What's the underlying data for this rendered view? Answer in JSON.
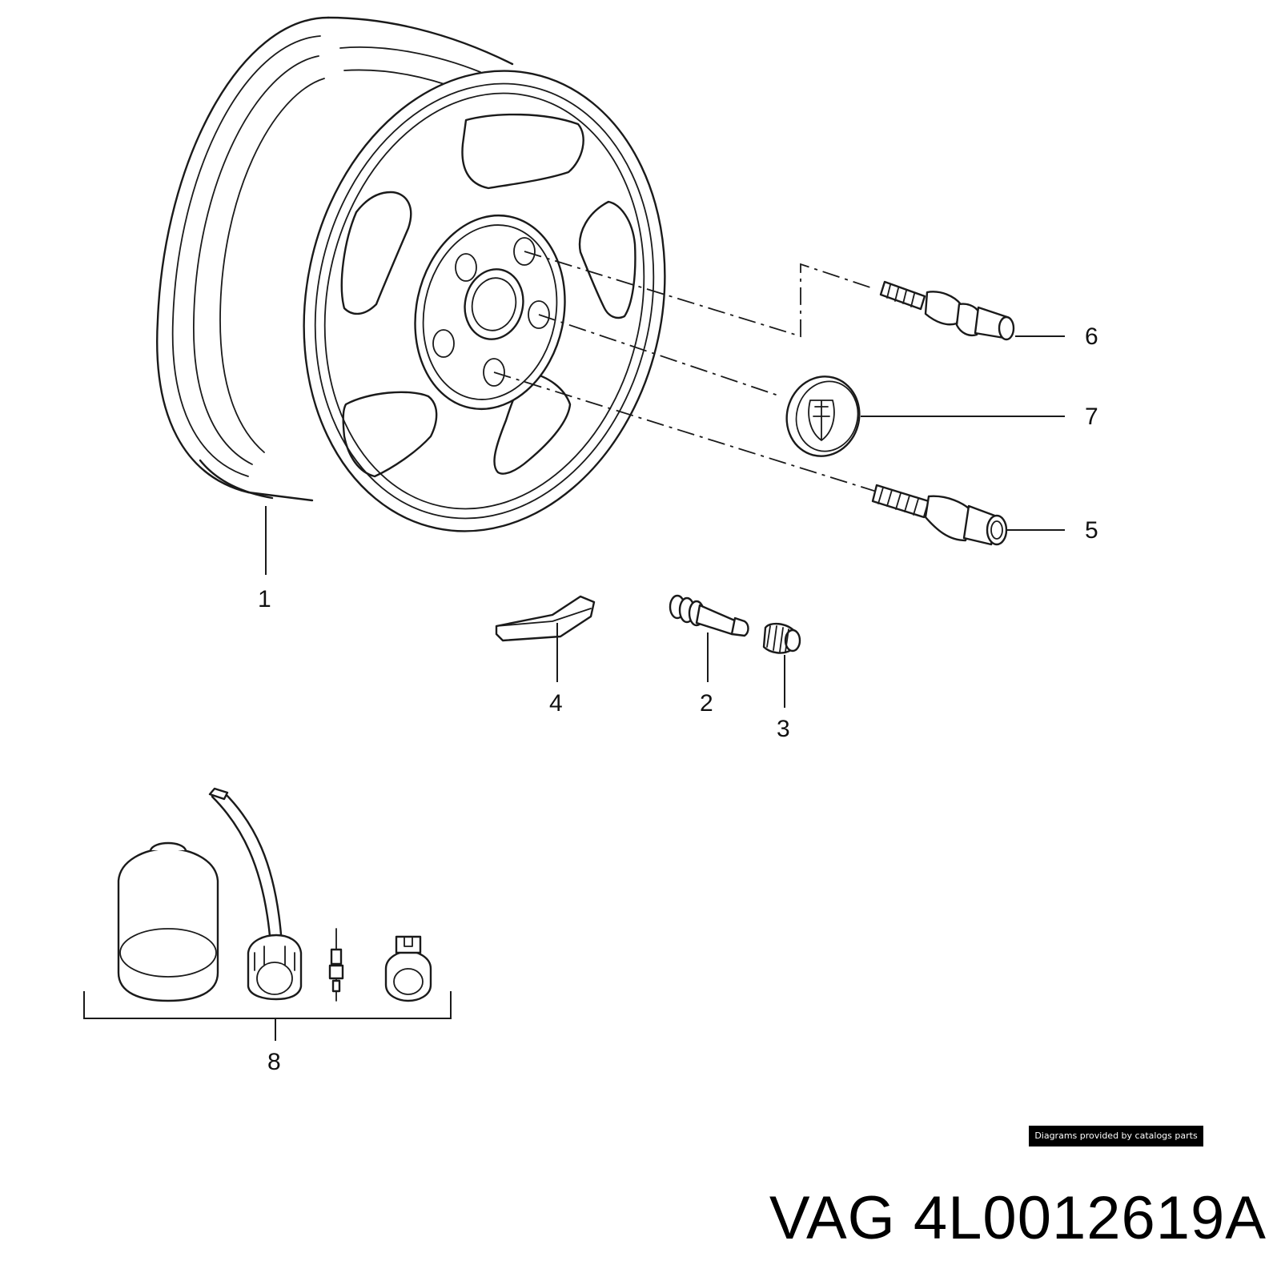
{
  "diagram": {
    "callouts": [
      {
        "id": "1",
        "label": "1"
      },
      {
        "id": "2",
        "label": "2"
      },
      {
        "id": "3",
        "label": "3"
      },
      {
        "id": "4",
        "label": "4"
      },
      {
        "id": "5",
        "label": "5"
      },
      {
        "id": "6",
        "label": "6"
      },
      {
        "id": "7",
        "label": "7"
      },
      {
        "id": "8",
        "label": "8"
      }
    ]
  },
  "footer": {
    "credit": "Diagrams provided by catalogs parts",
    "part_number": "VAG 4L0012619A"
  }
}
